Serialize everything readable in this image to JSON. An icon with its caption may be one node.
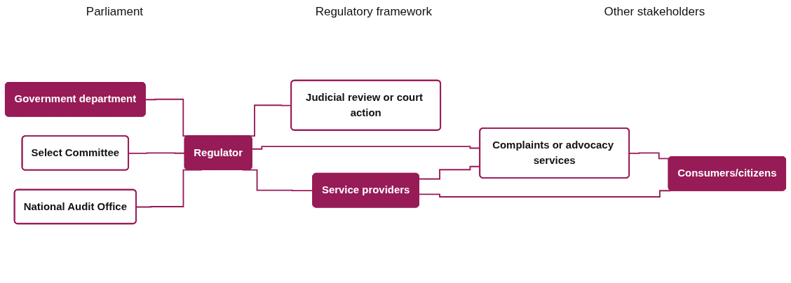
{
  "diagram": {
    "nodes": [
      {
        "text": [
          "Government department"
        ]
      },
      {
        "text": [
          "Judicial review or court action"
        ]
      },
      {
        "text": [
          "Select Committee"
        ]
      },
      {
        "text": [
          "Regulator"
        ]
      },
      {
        "text": [
          "National Audit Office"
        ]
      },
      {
        "text": [
          "Service providers"
        ]
      },
      {
        "text": [
          "Complaints or advocacy services"
        ]
      },
      {
        "text": [
          "Consumers/citizens"
        ]
      }
    ],
    "edges": [
      {
        "from": 0,
        "to": 3,
        "arrow": "none"
      },
      {
        "from": 2,
        "to": 3,
        "arrow": "none"
      },
      {
        "from": 4,
        "to": 3,
        "arrow": "none"
      },
      {
        "from": 3,
        "to": 1,
        "arrow": "none"
      },
      {
        "from": 3,
        "to": 6,
        "arrow": "none"
      },
      {
        "from": 3,
        "to": 5,
        "arrow": "none"
      },
      {
        "from": 5,
        "to": 6,
        "arrow": "none"
      },
      {
        "from": 5,
        "to": 7,
        "arrow": "none"
      },
      {
        "from": 6,
        "to": 7,
        "arrow": "none"
      }
    ],
    "labels": [
      "Parliament",
      "Regulatory framework",
      "Other stakeholders"
    ]
  }
}
